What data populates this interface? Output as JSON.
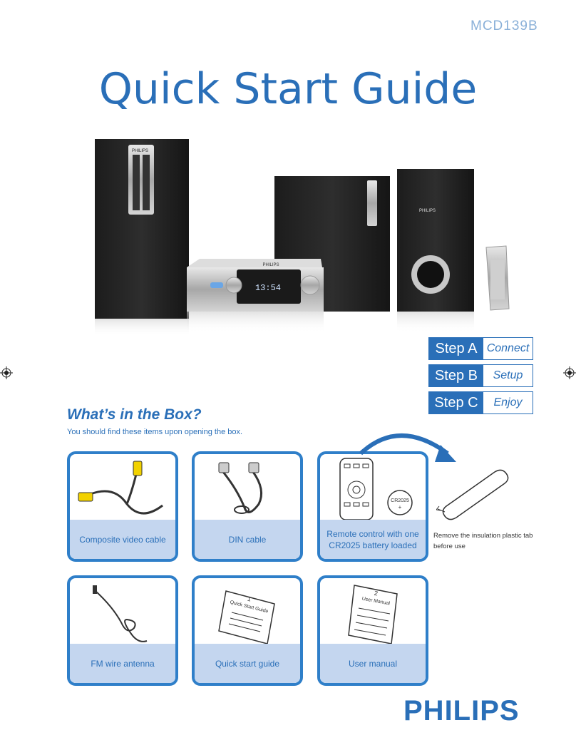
{
  "header": {
    "model": "MCD139B",
    "title": "Quick Start Guide"
  },
  "hero": {
    "brand_badge": "PHILIPS",
    "display_text": "13:54"
  },
  "steps": [
    {
      "label": "Step A",
      "action": "Connect"
    },
    {
      "label": "Step B",
      "action": "Setup"
    },
    {
      "label": "Step C",
      "action": "Enjoy"
    }
  ],
  "box": {
    "title": "What’s in the Box?",
    "subtitle": "You should find these items upon opening the box.",
    "items": [
      {
        "caption": "Composite video cable"
      },
      {
        "caption": "DIN cable"
      },
      {
        "caption": "Remote control with one CR2025 battery loaded",
        "battery_label": "CR2025",
        "battery_sign": "+"
      },
      {
        "caption": "FM wire antenna"
      },
      {
        "caption": "Quick start guide",
        "doc_number": "1",
        "doc_title": "Quick Start Guide"
      },
      {
        "caption": "User manual",
        "doc_number": "2",
        "doc_title": "User Manual"
      }
    ],
    "note": "Remove the insulation plastic tab before use"
  },
  "footer": {
    "brand": "PHILIPS"
  },
  "colors": {
    "accent": "#2a6fb8",
    "caption_bg": "#c4d6ef",
    "card_border": "#2f7fc9"
  }
}
